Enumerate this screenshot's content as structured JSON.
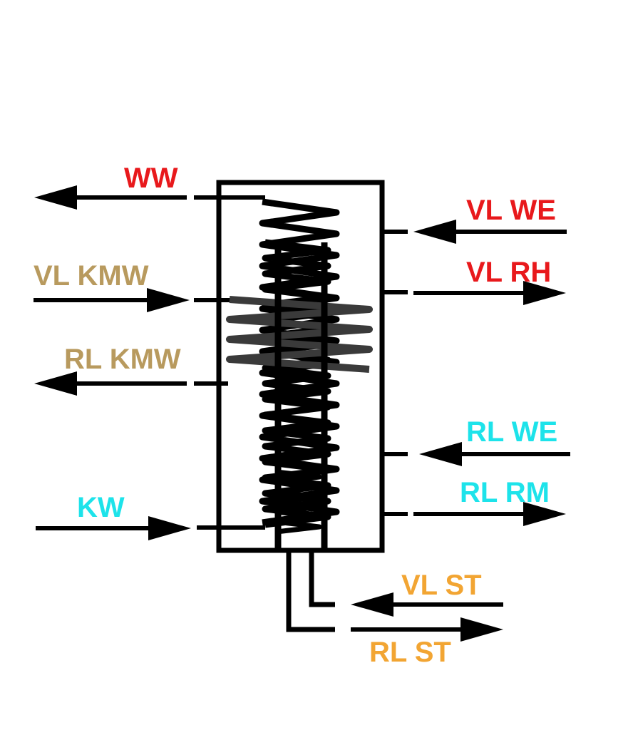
{
  "colors": {
    "hot": "#e8191c",
    "cold": "#1de3ea",
    "gold": "#b89a5e",
    "orange": "#f2a533",
    "line": "#000000"
  },
  "labels": {
    "ww": "WW",
    "vl_kmw": "VL KMW",
    "rl_kmw": "RL KMW",
    "kw": "KW",
    "vl_we": "VL WE",
    "vl_rh": "VL RH",
    "rl_we": "RL WE",
    "rl_rm": "RL RM",
    "vl_st": "VL ST",
    "rl_st": "RL ST"
  }
}
